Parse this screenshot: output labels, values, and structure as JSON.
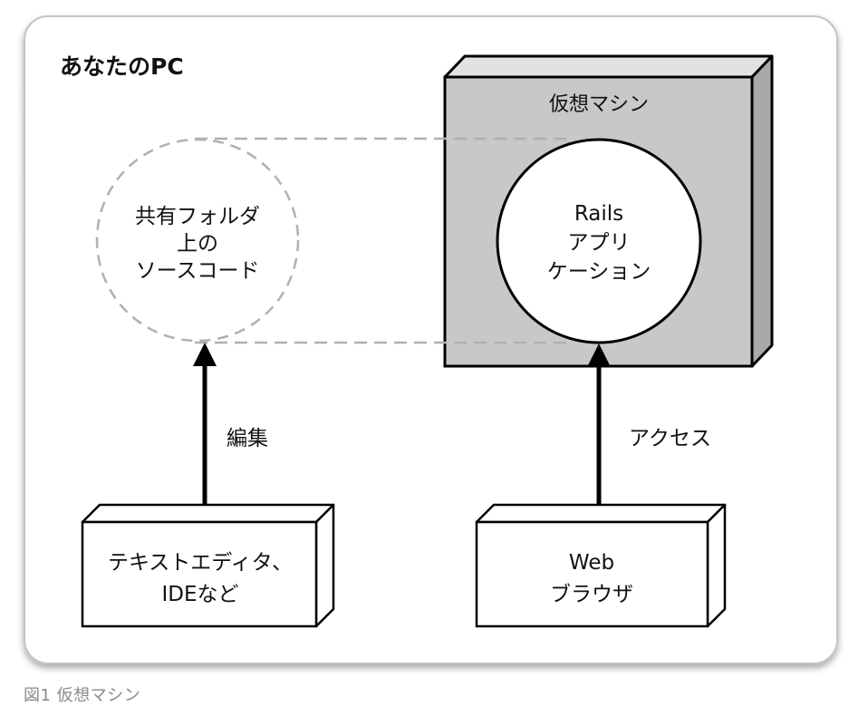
{
  "diagram": {
    "container_label": "あなたのPC",
    "vm_label": "仮想マシン",
    "shared_folder": {
      "line1": "共有フォルダ",
      "line2": "上の",
      "line3": "ソースコード"
    },
    "rails_app": {
      "line1": "Rails",
      "line2": "アプリ",
      "line3": "ケーション"
    },
    "editor": {
      "line1": "テキストエディタ、",
      "line2": "IDEなど"
    },
    "browser": {
      "line1": "Web",
      "line2": "ブラウザ"
    },
    "edit_arrow_label": "編集",
    "access_arrow_label": "アクセス"
  },
  "caption": "図1 仮想マシン",
  "colors": {
    "vm_fill": "#c8c8c8",
    "dashed_gray": "#b0b0b0",
    "caption_text": "#8a8a8a"
  }
}
